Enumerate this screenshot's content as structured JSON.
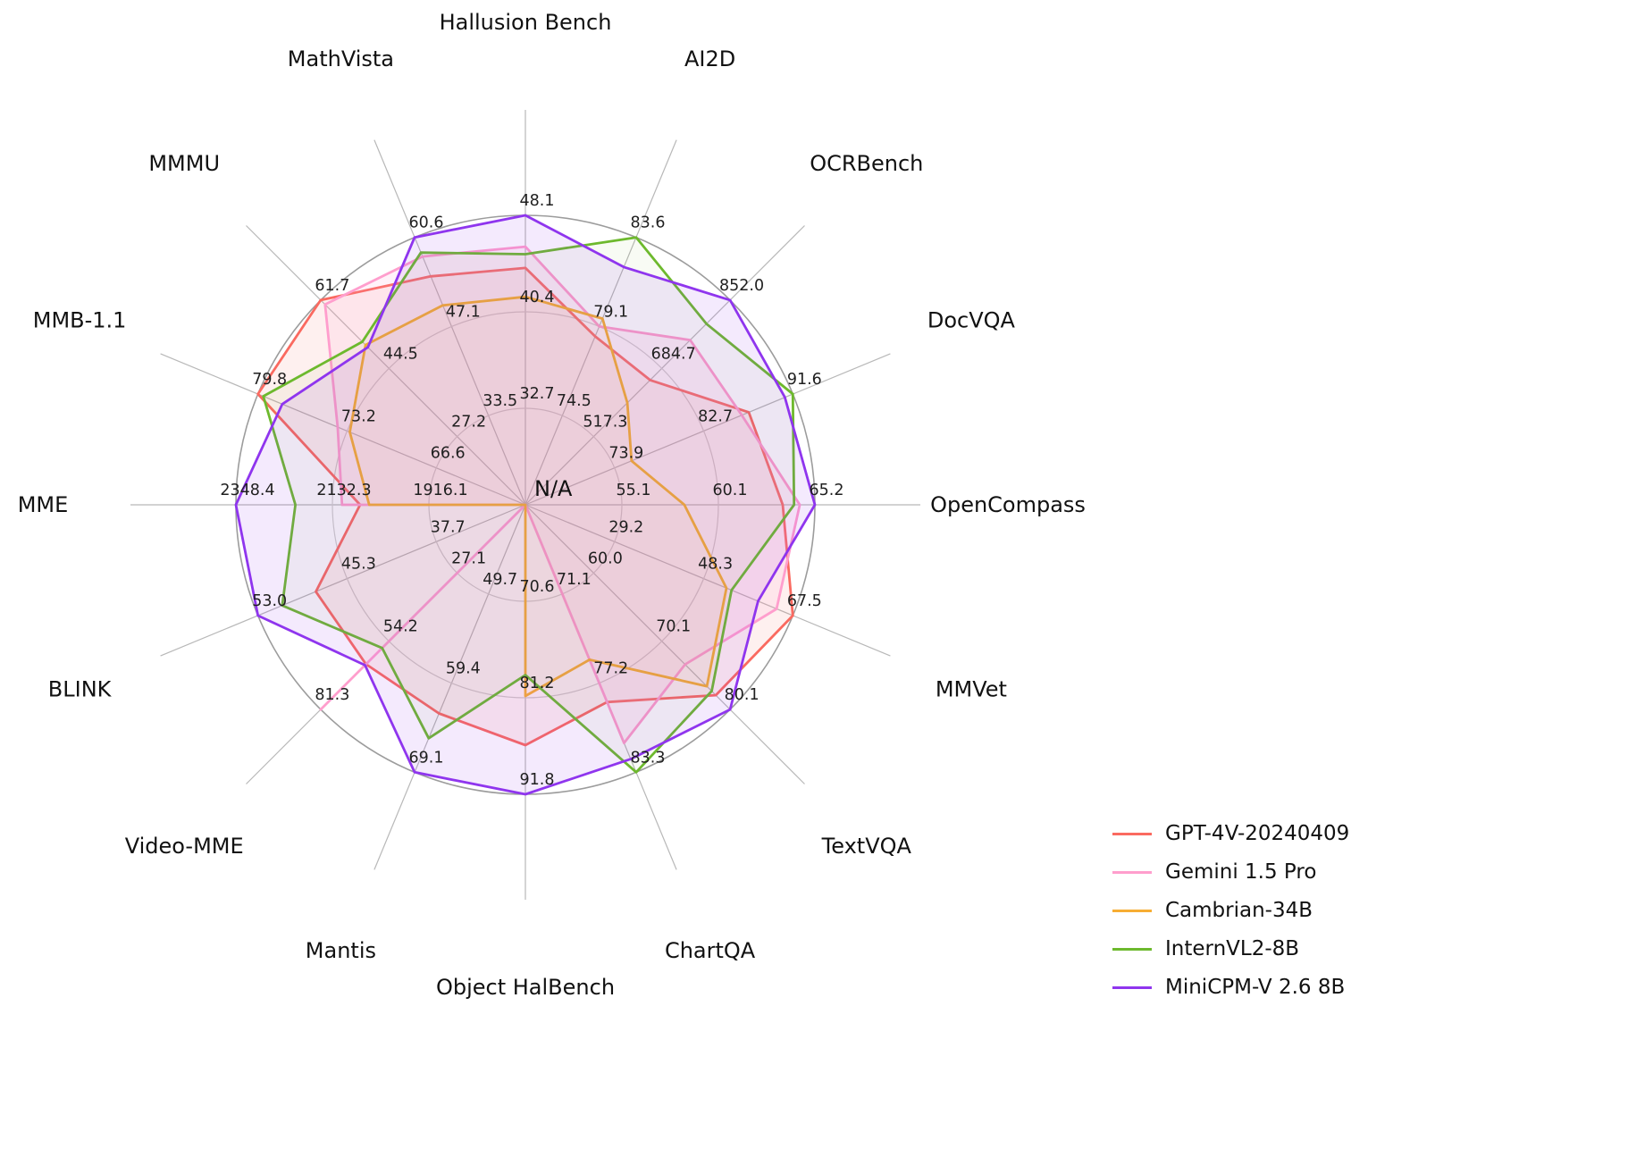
{
  "chart_data": {
    "type": "radar",
    "center_label": "N/A",
    "grid": "on",
    "legend_position": "bottom-right",
    "axes": [
      {
        "label": "Hallusion Bench",
        "ticks": [
          "48.1",
          "40.4",
          "32.7"
        ],
        "range_min": 25.0,
        "range_max": 48.1
      },
      {
        "label": "AI2D",
        "ticks": [
          "83.6",
          "79.1",
          "74.5"
        ],
        "range_min": 70.0,
        "range_max": 83.6
      },
      {
        "label": "OCRBench",
        "ticks": [
          "852.0",
          "684.7",
          "517.3"
        ],
        "range_min": 350.0,
        "range_max": 852.0
      },
      {
        "label": "DocVQA",
        "ticks": [
          "91.6",
          "82.7",
          "73.9"
        ],
        "range_min": 65.1,
        "range_max": 91.6
      },
      {
        "label": "OpenCompass",
        "ticks": [
          "65.2",
          "60.1",
          "55.1"
        ],
        "range_min": 50.0,
        "range_max": 65.2
      },
      {
        "label": "MMVet",
        "ticks": [
          "67.5",
          "48.3",
          "29.2"
        ],
        "range_min": 10.0,
        "range_max": 67.5
      },
      {
        "label": "TextVQA",
        "ticks": [
          "80.1",
          "70.1",
          "60.0"
        ],
        "range_min": 50.0,
        "range_max": 80.1
      },
      {
        "label": "ChartQA",
        "ticks": [
          "83.3",
          "77.2",
          "71.1"
        ],
        "range_min": 65.0,
        "range_max": 83.3
      },
      {
        "label": "Object HalBench",
        "ticks": [
          "91.8",
          "81.2",
          "70.6"
        ],
        "range_min": 60.0,
        "range_max": 91.8
      },
      {
        "label": "Mantis",
        "ticks": [
          "69.1",
          "59.4",
          "49.7"
        ],
        "range_min": 40.0,
        "range_max": 69.1
      },
      {
        "label": "Video-MME",
        "ticks": [
          "81.3",
          "54.2",
          "27.1"
        ],
        "range_min": 0.0,
        "range_max": 81.3
      },
      {
        "label": "BLINK",
        "ticks": [
          "53.0",
          "45.3",
          "37.7"
        ],
        "range_min": 30.1,
        "range_max": 53.0
      },
      {
        "label": "MME",
        "ticks": [
          "2348.4",
          "2132.3",
          "1916.1"
        ],
        "range_min": 1700.0,
        "range_max": 2348.4
      },
      {
        "label": "MMB-1.1",
        "ticks": [
          "79.8",
          "73.2",
          "66.6"
        ],
        "range_min": 60.0,
        "range_max": 79.8
      },
      {
        "label": "MMMU",
        "ticks": [
          "61.7",
          "44.5",
          "27.2"
        ],
        "range_min": 10.0,
        "range_max": 61.7
      },
      {
        "label": "MathVista",
        "ticks": [
          "60.6",
          "47.1",
          "33.5"
        ],
        "range_min": 20.0,
        "range_max": 60.6
      }
    ],
    "series": [
      {
        "name": "GPT-4V-20240409",
        "color": "#fa6a60",
        "fill_opacity": 0.1,
        "values": [
          43.9,
          78.6,
          656.0,
          87.2,
          63.5,
          67.5,
          78.0,
          78.5,
          86.4,
          62.7,
          63.3,
          48.0,
          2070.2,
          79.8,
          61.7,
          54.7
        ]
      },
      {
        "name": "Gemini 1.5 Pro",
        "color": "#ff9ecd",
        "fill_opacity": 0.13,
        "values": [
          45.6,
          79.1,
          754.0,
          86.5,
          64.4,
          64.0,
          73.5,
          81.3,
          "N/A",
          "N/A",
          81.3,
          "N/A",
          2110.6,
          73.9,
          60.6,
          57.7
        ]
      },
      {
        "name": "Cambrian-34B",
        "color": "#f7ad33",
        "fill_opacity": 0.04,
        "values": [
          41.6,
          79.5,
          600.0,
          75.5,
          58.3,
          53.2,
          76.7,
          75.6,
          81.0,
          "N/A",
          "N/A",
          "N/A",
          2049.9,
          73.0,
          50.4,
          50.3
        ]
      },
      {
        "name": "InternVL2-8B",
        "color": "#6db92d",
        "fill_opacity": 0.05,
        "values": [
          45.0,
          83.6,
          794.0,
          91.6,
          64.1,
          54.3,
          77.4,
          83.3,
          78.7,
          65.4,
          56.9,
          50.9,
          2215.1,
          79.4,
          51.2,
          58.3
        ]
      },
      {
        "name": "MiniCPM-V 2.6 8B",
        "color": "#8f35ee",
        "fill_opacity": 0.1,
        "values": [
          48.1,
          82.1,
          852.0,
          90.8,
          65.2,
          60.0,
          80.1,
          82.4,
          91.8,
          69.1,
          63.7,
          53.0,
          2348.4,
          78.0,
          49.8,
          60.6
        ]
      }
    ]
  }
}
